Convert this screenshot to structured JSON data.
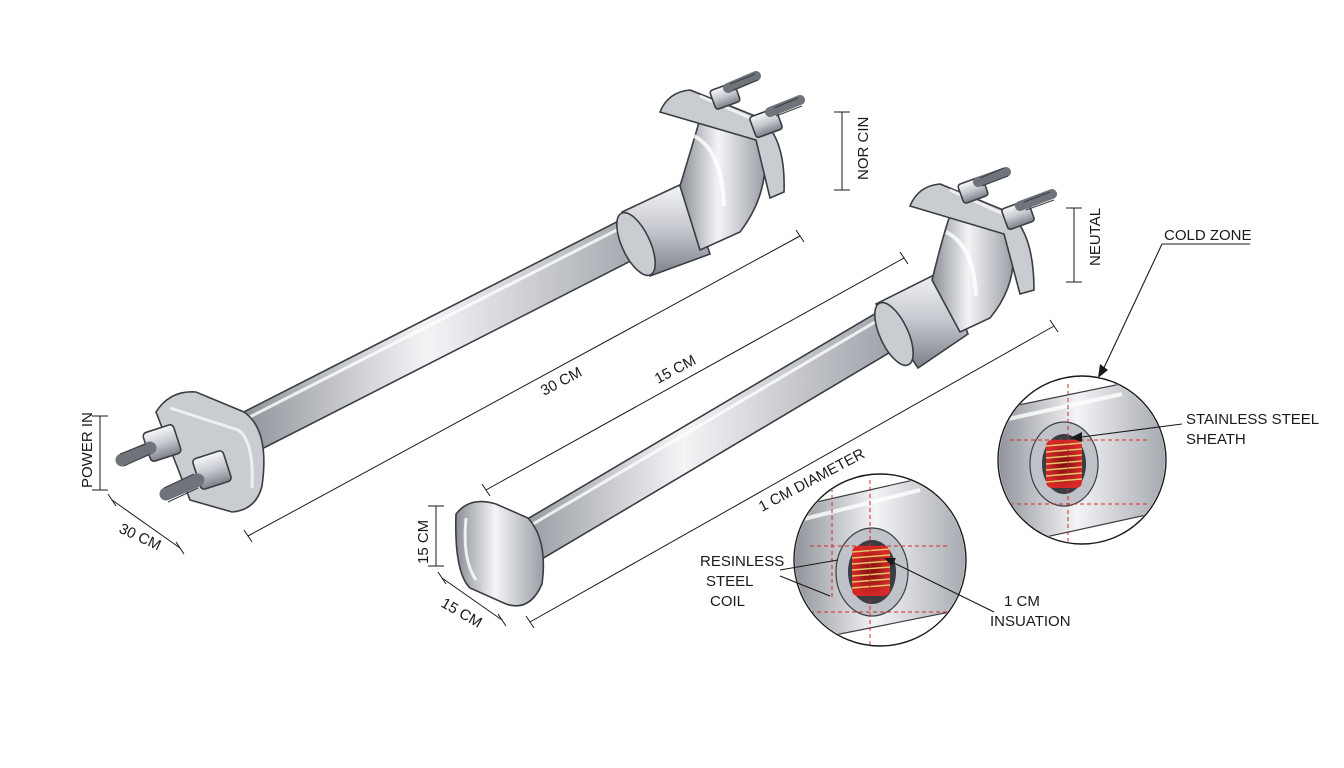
{
  "labels": {
    "power_in": "POWER IN",
    "nor_cin": "NOR CIN",
    "neutal": "NEUTAL",
    "cold_zone": "COLD ZONE",
    "stainless_sheath_1": "STAINLESS STEEL",
    "stainless_sheath_2": "SHEATH",
    "resinless_1": "RESINLESS",
    "resinless_2": "STEEL",
    "resinless_3": "COIL",
    "insulation_1": "1 CM",
    "insulation_2": "INSUATION",
    "diameter": "1 CM DIAMETER"
  },
  "dimensions": {
    "left_rod_length": "30 CM",
    "left_base_width": "30 CM",
    "middle_length": "15 CM",
    "right_end_height": "15 CM",
    "right_end_width": "15 CM"
  },
  "colors": {
    "metal_light": "#f4f5f7",
    "metal_mid": "#c9ccd1",
    "metal_dark": "#8d9198",
    "coil_red": "#d62828",
    "coil_yellow": "#e9c46a",
    "line": "#1a1a1a"
  }
}
